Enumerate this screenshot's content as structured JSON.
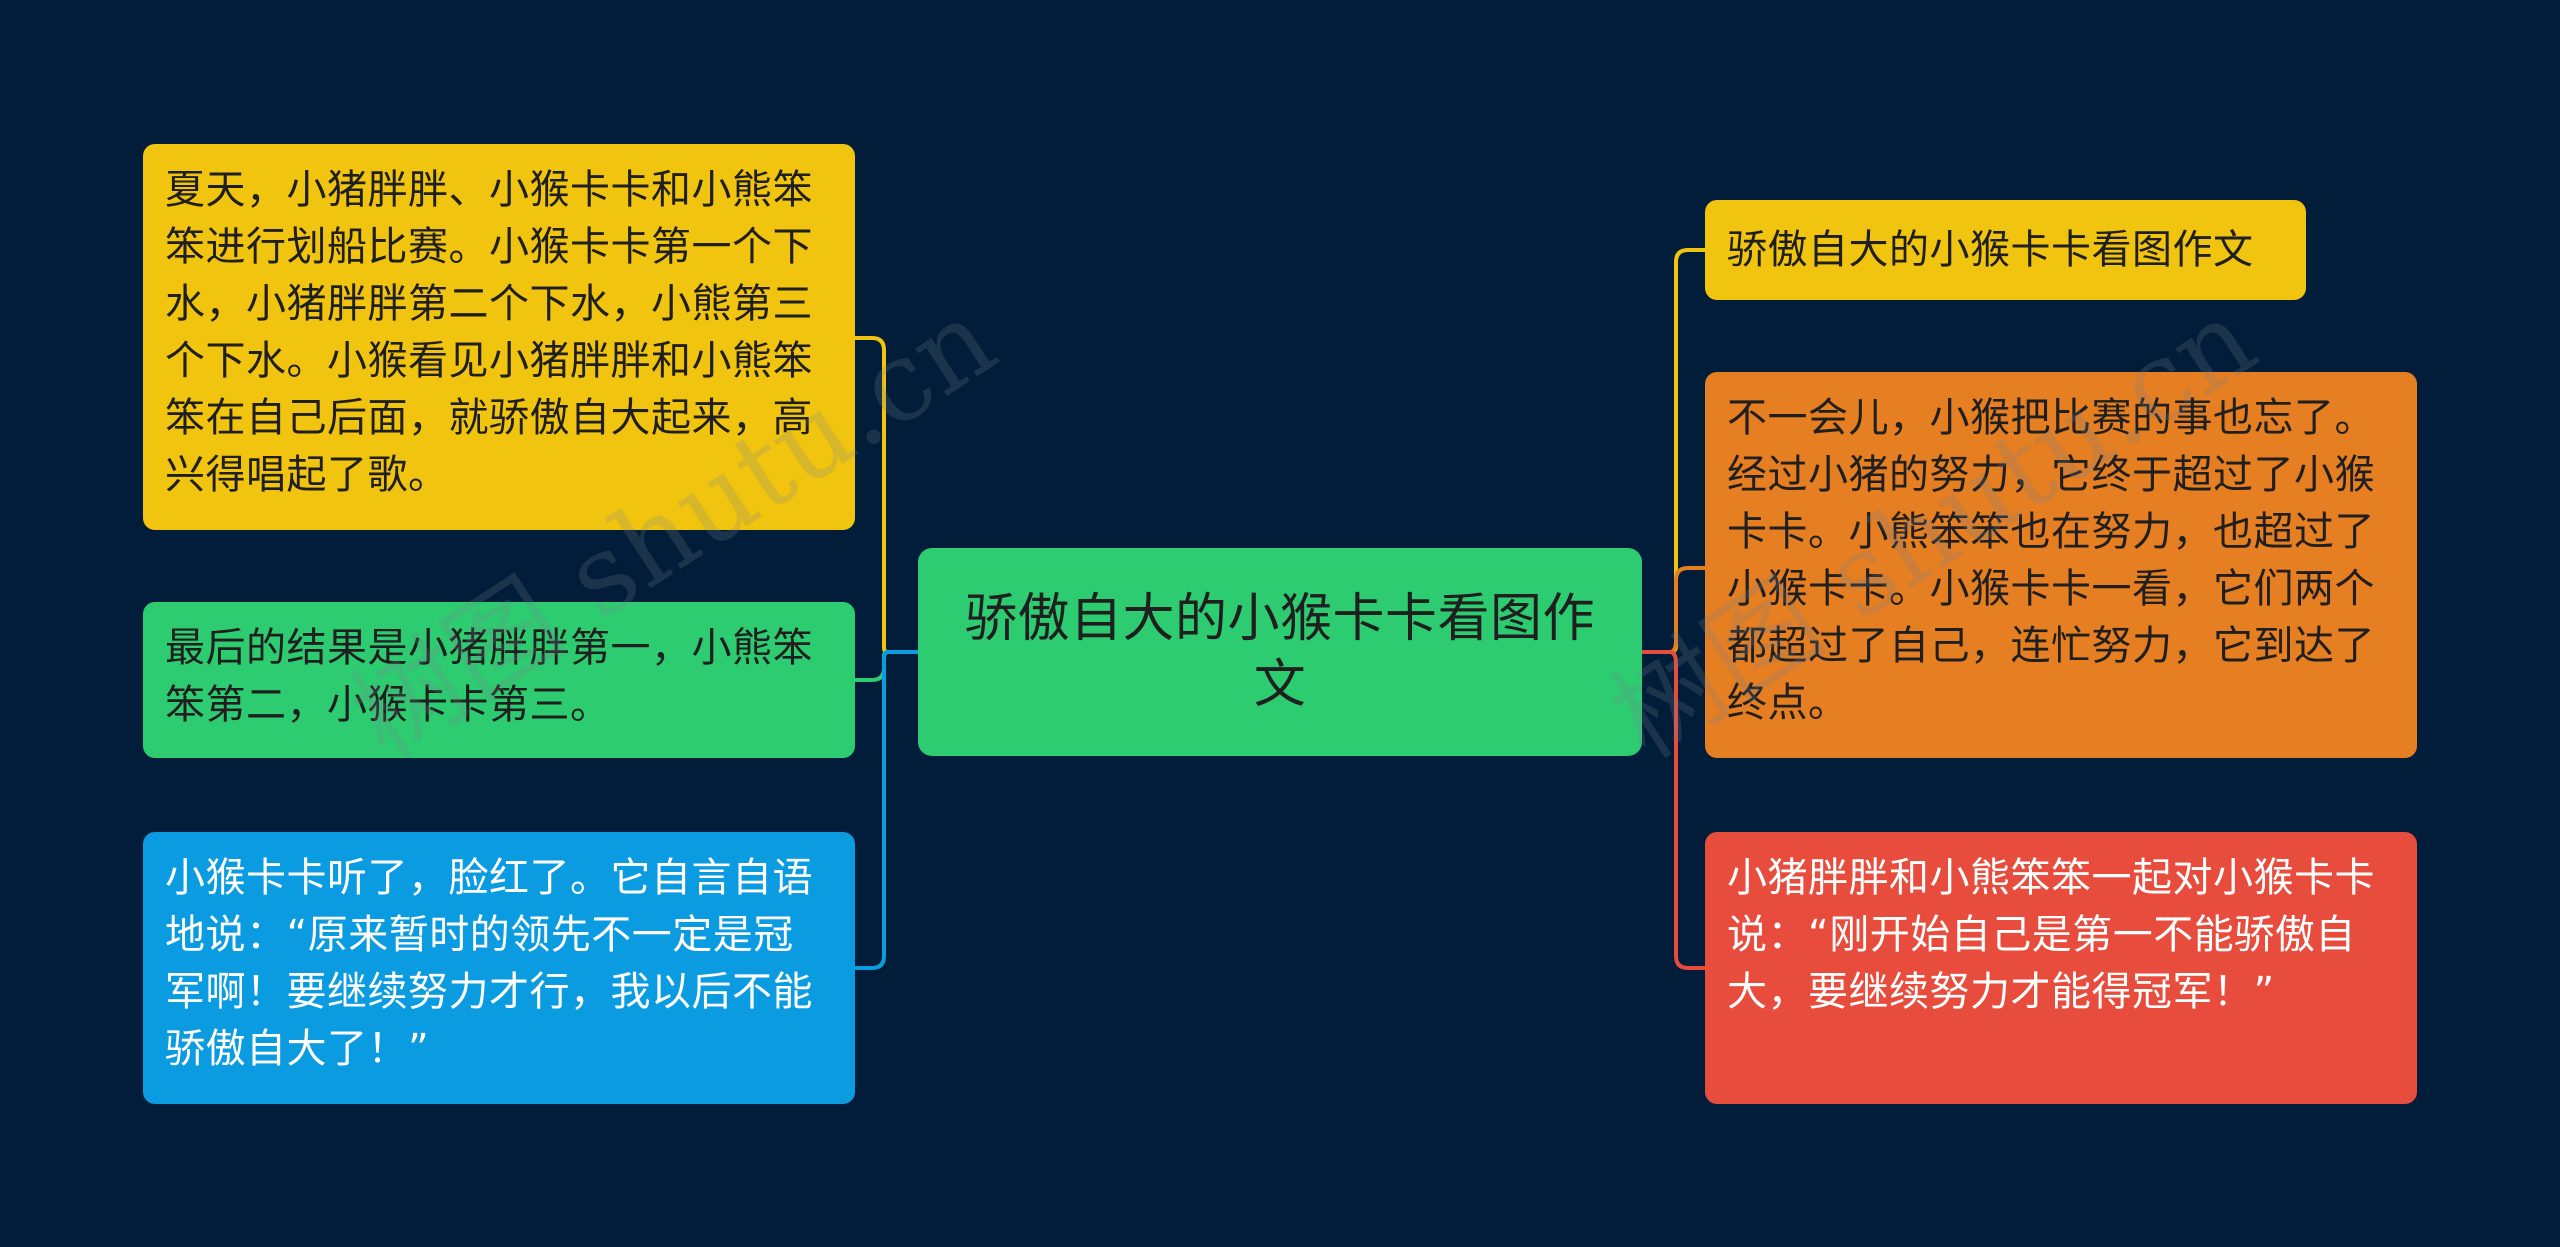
{
  "root": {
    "text": "骄傲自大的小猴卡卡看图作文",
    "color": "#2ecc71"
  },
  "left_branches": [
    {
      "text": "夏天，小猪胖胖、小猴卡卡和小熊笨笨进行划船比赛。小猴卡卡第一个下水，小猪胖胖第二个下水，小熊第三个下水。小猴看见小猪胖胖和小熊笨笨在自己后面，就骄傲自大起来，高兴得唱起了歌。",
      "color": "#f1c40f",
      "line_color": "#f1c40f"
    },
    {
      "text": "最后的结果是小猪胖胖第一，小熊笨笨第二，小猴卡卡第三。",
      "color": "#2ecc71",
      "line_color": "#2ecc71"
    },
    {
      "text": "小猴卡卡听了，脸红了。它自言自语地说：“原来暂时的领先不一定是冠军啊！要继续努力才行，我以后不能骄傲自大了！”",
      "color": "#0b9be0",
      "line_color": "#0b9be0"
    }
  ],
  "right_branches": [
    {
      "text": "骄傲自大的小猴卡卡看图作文",
      "color": "#f1c40f",
      "line_color": "#f1c40f"
    },
    {
      "text": "不一会儿，小猴把比赛的事也忘了。经过小猪的努力，它终于超过了小猴卡卡。小熊笨笨也在努力，也超过了小猴卡卡。小猴卡卡一看，它们两个都超过了自己，连忙努力，它到达了终点。",
      "color": "#e67e22",
      "line_color": "#e67e22"
    },
    {
      "text": "小猪胖胖和小熊笨笨一起对小猴卡卡说：“刚开始自己是第一不能骄傲自大，要继续努力才能得冠军！”",
      "color": "#e74c3c",
      "line_color": "#e74c3c"
    }
  ],
  "watermark": {
    "left": "树图 shutu.cn",
    "right": "树图 shutu.cn"
  },
  "colors": {
    "background": "#021d39",
    "trunk_right": "#e74c3c"
  }
}
